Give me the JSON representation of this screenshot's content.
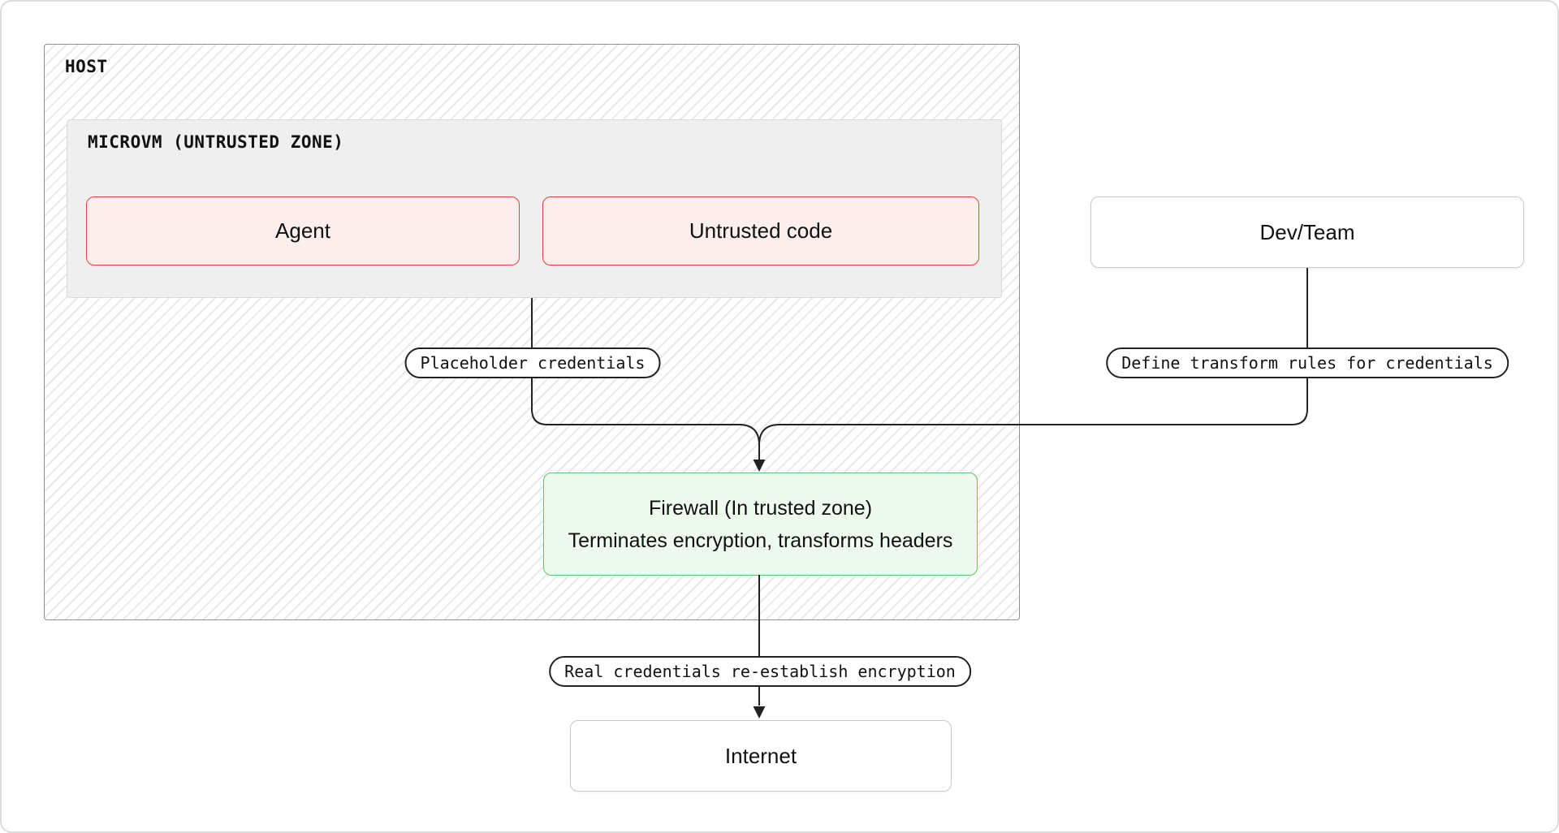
{
  "diagram": {
    "host": {
      "label": "HOST"
    },
    "microvm": {
      "label": "MICROVM (UNTRUSTED ZONE)"
    },
    "nodes": {
      "agent": {
        "label": "Agent"
      },
      "untrusted_code": {
        "label": "Untrusted code"
      },
      "dev_team": {
        "label": "Dev/Team"
      },
      "firewall": {
        "title": "Firewall (In trusted zone)",
        "subtitle": "Terminates encryption, transforms headers"
      },
      "internet": {
        "label": "Internet"
      }
    },
    "edge_labels": {
      "placeholder_credentials": "Placeholder credentials",
      "define_transform_rules": "Define transform rules for credentials",
      "real_credentials": "Real credentials re-establish encryption"
    },
    "colors": {
      "untrusted_border": "#de4343",
      "untrusted_fill": "#fbeeed",
      "trusted_border": "#63c168",
      "trusted_fill": "#eefaee",
      "line": "#222222",
      "host_border": "#8f8f8f",
      "hatch_line": "#e9e9e9",
      "microvm_fill": "#efefef",
      "microvm_border": "#d8d8d8",
      "node_border": "#c9c9c9",
      "frame_border": "#dcdcdc"
    }
  }
}
